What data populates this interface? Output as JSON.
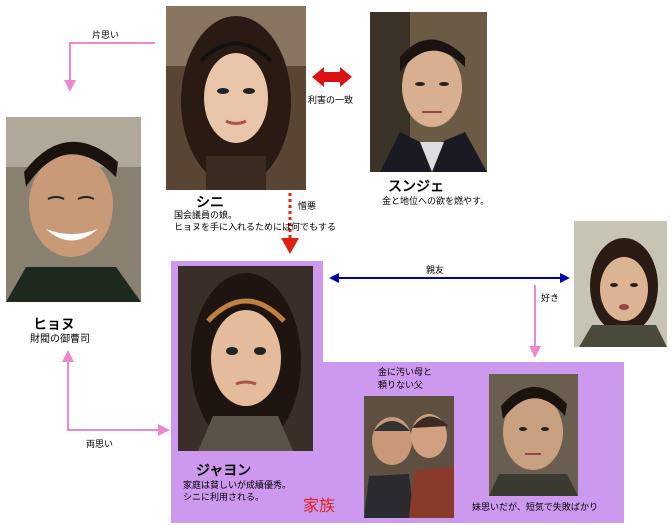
{
  "colors": {
    "family_bg": "#cc99ee",
    "pink_arrow": "#ee88cc",
    "blue_arrow": "#0000aa",
    "red_arrow": "#dd2211",
    "family_label": "#dd2222"
  },
  "characters": {
    "shini": {
      "name": "シニ",
      "desc1": "国会議員の娘。",
      "desc2": "ヒョヌを手に入れるためには何でもする"
    },
    "sunje": {
      "name": "スンジェ",
      "desc": "金と地位への欲を燃やす。"
    },
    "hyonu": {
      "name": "ヒョヌ",
      "desc": "財閥の御曹司"
    },
    "jayon": {
      "name": "ジャヨン",
      "desc1": "家庭は貧しいが成績優秀。",
      "desc2": "シニに利用される。"
    },
    "parents": {
      "desc1": "金に汚い母と",
      "desc2": "頼りない父"
    },
    "brother": {
      "desc": "妹思いだが、短気で失敗ばかり"
    }
  },
  "relations": {
    "one_sided": "片思い",
    "mutual_interest": "利害の一致",
    "hatred": "憎悪",
    "best_friend": "親友",
    "likes": "好き",
    "mutual_love": "両思い"
  },
  "family_label": "家族"
}
